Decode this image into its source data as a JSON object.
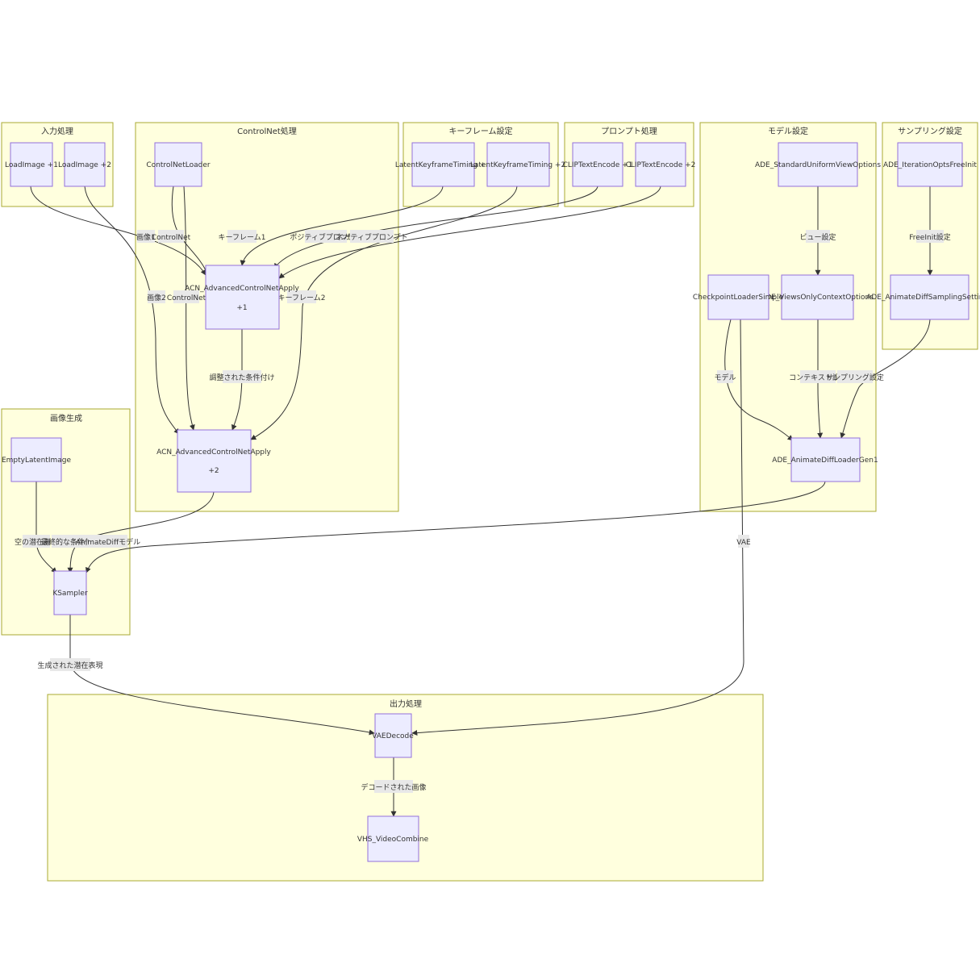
{
  "clusters": {
    "input": "入力処理",
    "controlnet": "ControlNet処理",
    "keyframe": "キーフレーム設定",
    "prompt": "プロンプト処理",
    "model": "モデル設定",
    "sampling": "サンプリング設定",
    "generation": "画像生成",
    "output": "出力処理"
  },
  "nodes": {
    "load1": "LoadImage +1",
    "load2": "LoadImage +2",
    "cnloader": "ControlNetLoader",
    "acn1_a": "ACN_AdvancedControlNetApply",
    "acn1_b": "+1",
    "acn2_a": "ACN_AdvancedControlNetApply",
    "acn2_b": "+2",
    "kf1": "LatentKeyframeTiming +1",
    "kf2": "LatentKeyframeTiming +2",
    "clip1": "CLIPTextEncode +1",
    "clip2": "CLIPTextEncode +2",
    "uniform": "ADE_StandardUniformViewOptions",
    "viewsonly": "ADE_ViewsOnlyContextOptions",
    "ckpt": "CheckpointLoaderSimple",
    "loader": "ADE_AnimateDiffLoaderGen1",
    "freeinit": "ADE_IterationOptsFreeInit",
    "sampsettings": "ADE_AnimateDiffSamplingSettings",
    "empty": "EmptyLatentImage",
    "ksampler": "KSampler",
    "vaedecode": "VAEDecode",
    "combine": "VHS_VideoCombine"
  },
  "edges": {
    "img1": "画像1",
    "cn1": "ControlNet",
    "kf1": "キーフレーム1",
    "pos": "ポジティブプロンプト",
    "neg": "ネガティブプロンプト",
    "img2": "画像2",
    "cn2": "ControlNet",
    "kf2": "キーフレーム2",
    "adjusted": "調整された条件付け",
    "view": "ビュー設定",
    "freeinit": "FreeInit設定",
    "model": "モデル",
    "context": "コンテキスト設定",
    "sampling": "サンプリング設定",
    "empty_latent": "空の潜在画像",
    "final_cond": "最終的な条件付け",
    "ad_model": "AnimateDiffモデル",
    "vae": "VAE",
    "generated": "生成された潜在表現",
    "decoded": "デコードされた画像"
  }
}
